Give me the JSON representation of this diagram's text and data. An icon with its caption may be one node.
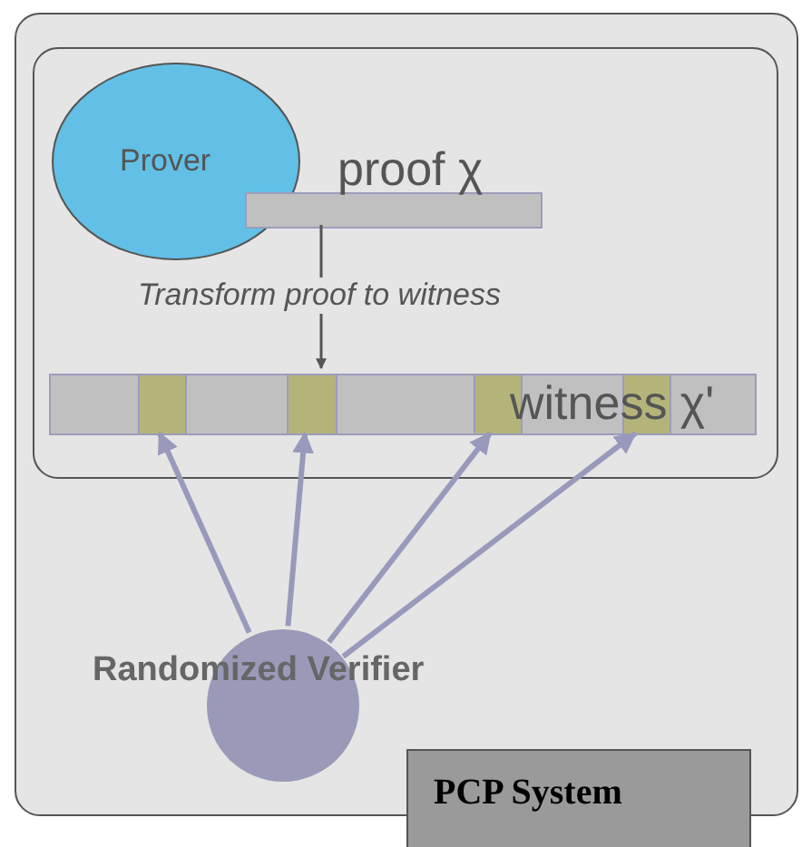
{
  "diagram": {
    "nodes": [
      {
        "text": [
          "PCP System"
        ]
      },
      {
        "text": [],
        "shape": "box",
        "in": 0
      },
      {
        "text": [
          "Prover"
        ],
        "in": 1
      },
      {
        "text": [
          "proof χ"
        ],
        "in": 1
      },
      {
        "text": [
          "witness χ'"
        ],
        "in": 1
      },
      {
        "text": [],
        "shape": "box",
        "in": 4
      },
      {
        "text": [],
        "shape": "box",
        "in": 4
      },
      {
        "text": [],
        "shape": "box",
        "in": 4
      },
      {
        "text": [],
        "shape": "box",
        "in": 4
      },
      {
        "text": [
          "Randomized Verifier"
        ],
        "in": 0
      }
    ],
    "edges": [
      {
        "from": 3,
        "to": 4,
        "arrow": "to",
        "label": "Transform proof to witness",
        "color": "#555555"
      },
      {
        "from": 9,
        "to": 5,
        "arrow": "to"
      },
      {
        "from": 9,
        "to": 6,
        "arrow": "to"
      },
      {
        "from": 9,
        "to": 7,
        "arrow": "to"
      },
      {
        "from": 9,
        "to": 8,
        "arrow": "to"
      }
    ]
  }
}
